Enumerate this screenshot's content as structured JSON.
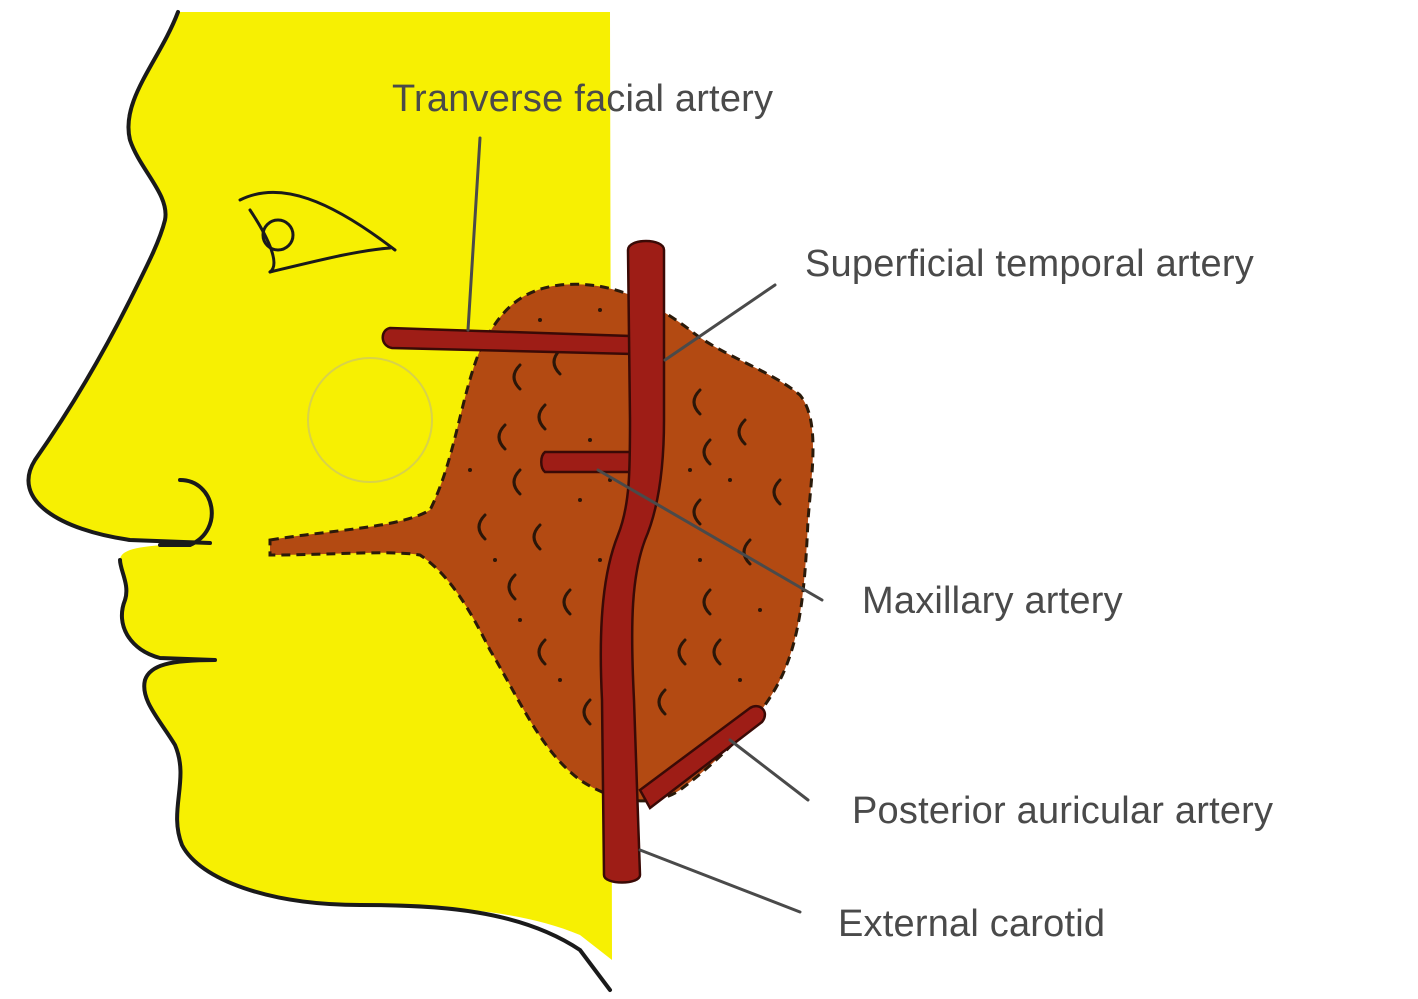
{
  "diagram": {
    "colors": {
      "face_fill": "#f7f002",
      "gland_fill": "#b34a12",
      "artery_fill": "#9e1d16",
      "outline": "#1a1a1a",
      "leader": "#4a4a4a",
      "text": "#4a4a4a"
    },
    "labels": {
      "transverse_facial": "Tranverse facial artery",
      "superficial_temporal": "Superficial temporal artery",
      "maxillary": "Maxillary artery",
      "posterior_auricular": "Posterior auricular artery",
      "external_carotid": "External carotid"
    }
  }
}
